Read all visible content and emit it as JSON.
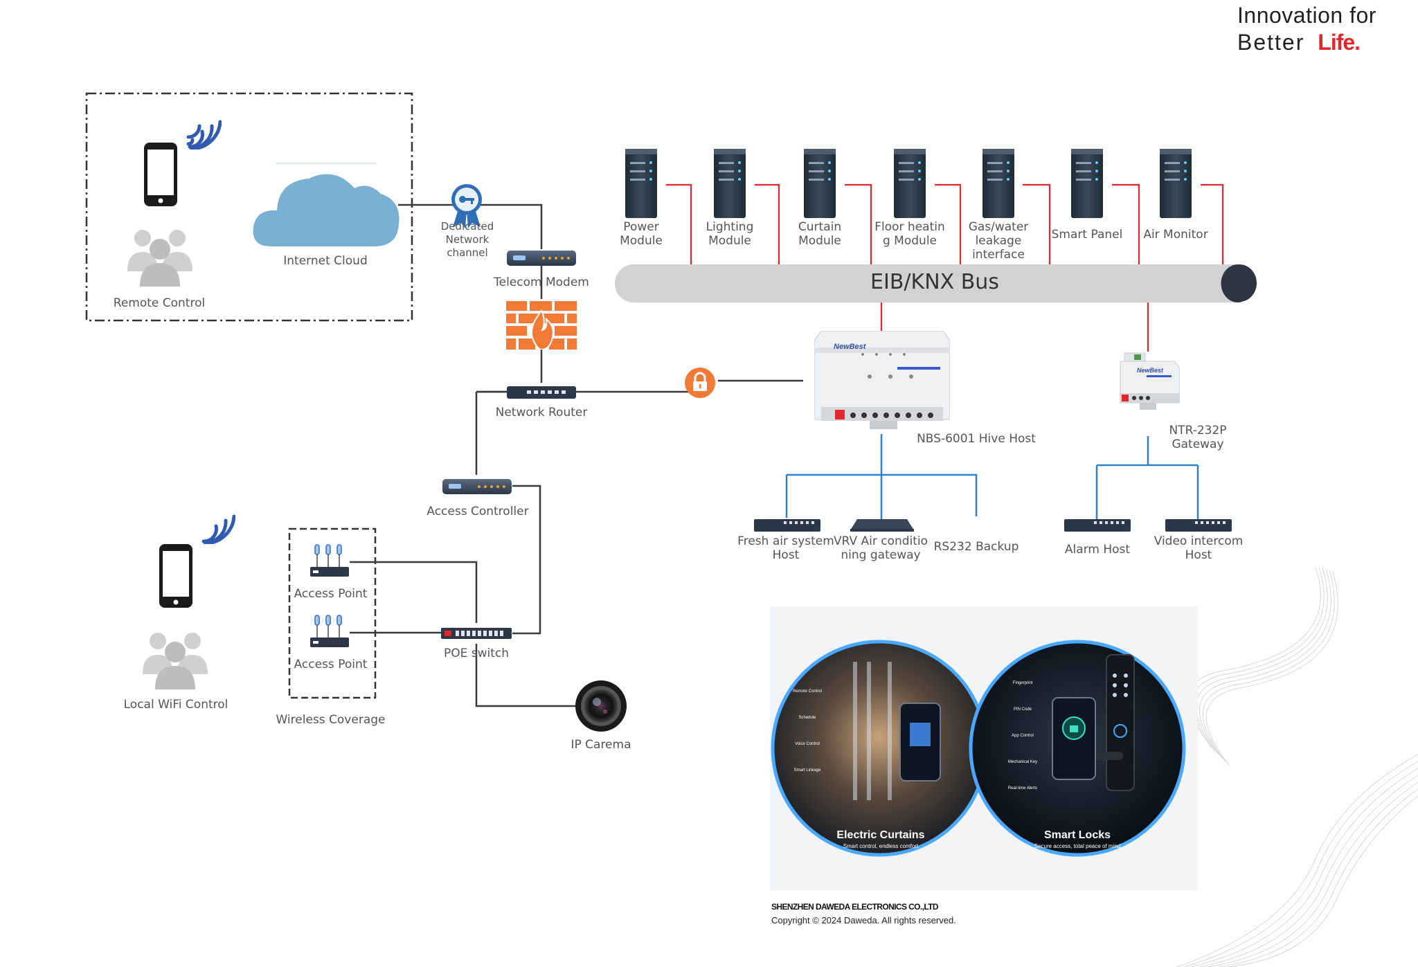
{
  "brand": {
    "tagline_line1": "Innovation for",
    "tagline_line2_prefix": "Better",
    "tagline_line2_accent": "Life.",
    "accent_color": "#e3262b"
  },
  "footer": {
    "company": "SHENZHEN DAWEDA ELECTRONICS CO.,LTD",
    "copyright": "Copyright © 2024 Daweda. All rights reserved."
  },
  "diagram": {
    "remote_control": "Remote Control",
    "internet_cloud": "Internet Cloud",
    "dedicated_channel": [
      "Dedicated",
      "Network",
      "channel"
    ],
    "telecom_modem": "Telecom Modem",
    "network_router": "Network Router",
    "access_controller": "Access Controller",
    "access_point_1": "Access Point",
    "access_point_2": "Access Point",
    "wireless_coverage": "Wireless Coverage",
    "local_wifi_control": "Local WiFi Control",
    "poe_switch": "POE switch",
    "ip_camera": "IP Carema",
    "bus_label": "EIB/KNX Bus",
    "modules": [
      {
        "label": [
          "Power",
          "Module"
        ]
      },
      {
        "label": [
          "Lighting",
          "Module"
        ]
      },
      {
        "label": [
          "Curtain",
          "Module"
        ]
      },
      {
        "label": [
          "Floor heatin",
          "g Module"
        ]
      },
      {
        "label": [
          "Gas/water",
          "leakage",
          "interface"
        ]
      },
      {
        "label": [
          "Smart Panel"
        ]
      },
      {
        "label": [
          "Air Monitor"
        ]
      }
    ],
    "hive_host": "NBS-6001 Hive Host",
    "hive_device_brand": "NewBest",
    "gateway": [
      "NTR-232P",
      "Gateway"
    ],
    "gateway_device_brand": "NewBest",
    "fresh_air": [
      "Fresh air system",
      "Host"
    ],
    "vrv": [
      "VRV Air conditio",
      "ning gateway"
    ],
    "rs232": "RS232 Backup",
    "alarm_host": "Alarm Host",
    "video_intercom": [
      "Video intercom",
      "Host"
    ]
  },
  "promo": {
    "curtains_title": "Electric Curtains",
    "curtains_sub": "Smart control, endless comfort",
    "curtains_menu": [
      "Remote Control",
      "Schedule",
      "Voice Control",
      "Smart Linkage"
    ],
    "locks_title": "Smart Locks",
    "locks_sub": "Secure access, total peace of mind",
    "locks_menu": [
      "Fingerprint",
      "PIN Code",
      "App Control",
      "Mechanical Key",
      "Real-time Alerts"
    ]
  },
  "colors": {
    "line": "#3a3a3a",
    "red_line": "#e3262b",
    "blue_line": "#2f7fd6",
    "bus": "#d2d2d2",
    "cloud": "#7ab0d3",
    "wifi": "#2f5bb0",
    "firewall": "#f07a36",
    "lock": "#f07a36"
  }
}
